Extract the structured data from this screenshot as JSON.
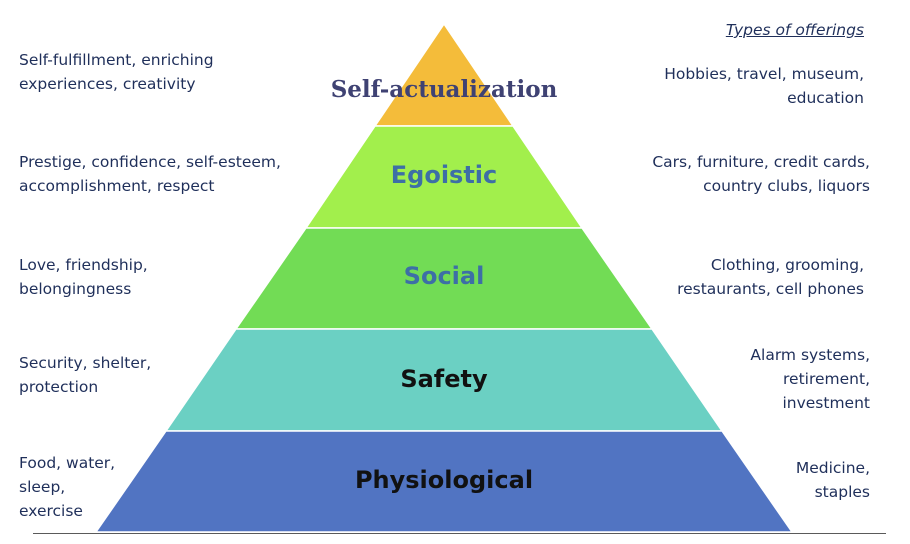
{
  "header": {
    "offerings_title": "Types of offerings"
  },
  "levels": [
    {
      "name": "Self-actualization",
      "color": "#f4bc3a",
      "label_color": "#3f4273",
      "needs": [
        "Self-fulfillment, enriching",
        "experiences, creativity"
      ],
      "offerings": [
        "Hobbies, travel, museum,",
        "education"
      ]
    },
    {
      "name": "Egoistic",
      "color": "#a2ef4c",
      "label_color": "#3d6fa6",
      "needs": [
        "Prestige, confidence, self-esteem,",
        "accomplishment, respect"
      ],
      "offerings": [
        "Cars, furniture, credit cards,",
        "country clubs, liquors"
      ]
    },
    {
      "name": "Social",
      "color": "#72dc55",
      "label_color": "#3d6fa6",
      "needs": [
        "Love, friendship,",
        "belongingness"
      ],
      "offerings": [
        "Clothing, grooming,",
        "restaurants, cell phones"
      ]
    },
    {
      "name": "Safety",
      "color": "#6bd0c3",
      "label_color": "#111111",
      "needs": [
        "Security, shelter,",
        "protection"
      ],
      "offerings": [
        "Alarm systems,",
        "retirement,",
        "investment"
      ]
    },
    {
      "name": "Physiological",
      "color": "#5174c2",
      "label_color": "#111111",
      "needs": [
        "Food, water,",
        "sleep,",
        "exercise"
      ],
      "offerings": [
        "Medicine,",
        "staples"
      ]
    }
  ]
}
